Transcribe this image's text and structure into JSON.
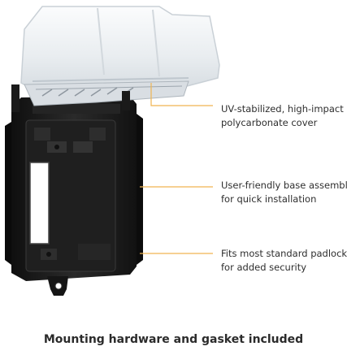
{
  "callouts": [
    {
      "line1": "UV-stabilized, high-impact",
      "line2": "polycarbonate cover"
    },
    {
      "line1": "User-friendly base assembly",
      "line2": "for quick installation"
    },
    {
      "line1": "Fits most standard padlocks",
      "line2": "for added security"
    }
  ],
  "caption": "Mounting hardware and gasket included",
  "colors": {
    "leader_line": "#f0b552",
    "base_body": "#1a1a1a",
    "cover_tint": "#eef1f3"
  },
  "icons": [
    "weatherproof-cover-product-image"
  ]
}
